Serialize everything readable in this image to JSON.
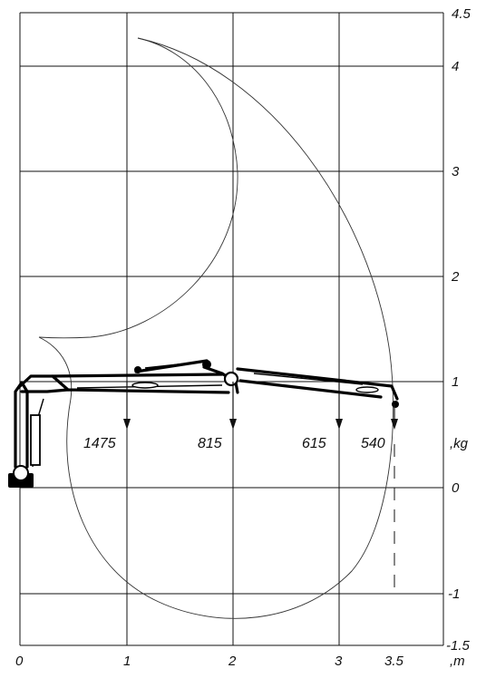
{
  "axes": {
    "x_ticks": [
      "0",
      "1",
      "2",
      "3",
      "3.5"
    ],
    "x_unit": ",m",
    "y_ticks": [
      "4.5",
      "4",
      "3",
      "2",
      "1",
      "0",
      "-1",
      "-1.5"
    ],
    "y_unit": ",kg"
  },
  "capacities": [
    {
      "reach_m": 1,
      "label": "1475"
    },
    {
      "reach_m": 2,
      "label": "815"
    },
    {
      "reach_m": 3,
      "label": "615"
    },
    {
      "reach_m": 3.5,
      "label": "540"
    }
  ],
  "colors": {
    "lines": "#111111",
    "background": "#ffffff"
  }
}
